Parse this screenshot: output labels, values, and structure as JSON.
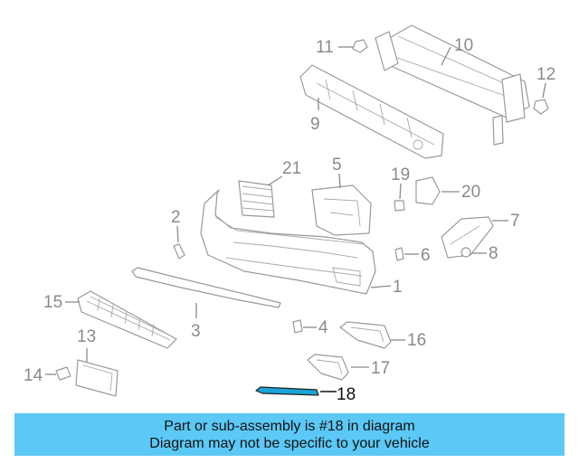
{
  "callouts": {
    "c1": "1",
    "c2": "2",
    "c3": "3",
    "c4": "4",
    "c5": "5",
    "c6": "6",
    "c7": "7",
    "c8": "8",
    "c9": "9",
    "c10": "10",
    "c11": "11",
    "c12": "12",
    "c13": "13",
    "c14": "14",
    "c15": "15",
    "c16": "16",
    "c17": "17",
    "c18": "18",
    "c19": "19",
    "c20": "20",
    "c21": "21"
  },
  "highlighted_part": "18",
  "colors": {
    "highlight_part": "#1aa3d8",
    "banner_background": "#5bc8f5",
    "line_art": "#9a9a9a"
  },
  "banner": {
    "line1": "Part or sub-assembly is #18 in diagram",
    "line2": "Diagram may not be specific to your vehicle"
  }
}
